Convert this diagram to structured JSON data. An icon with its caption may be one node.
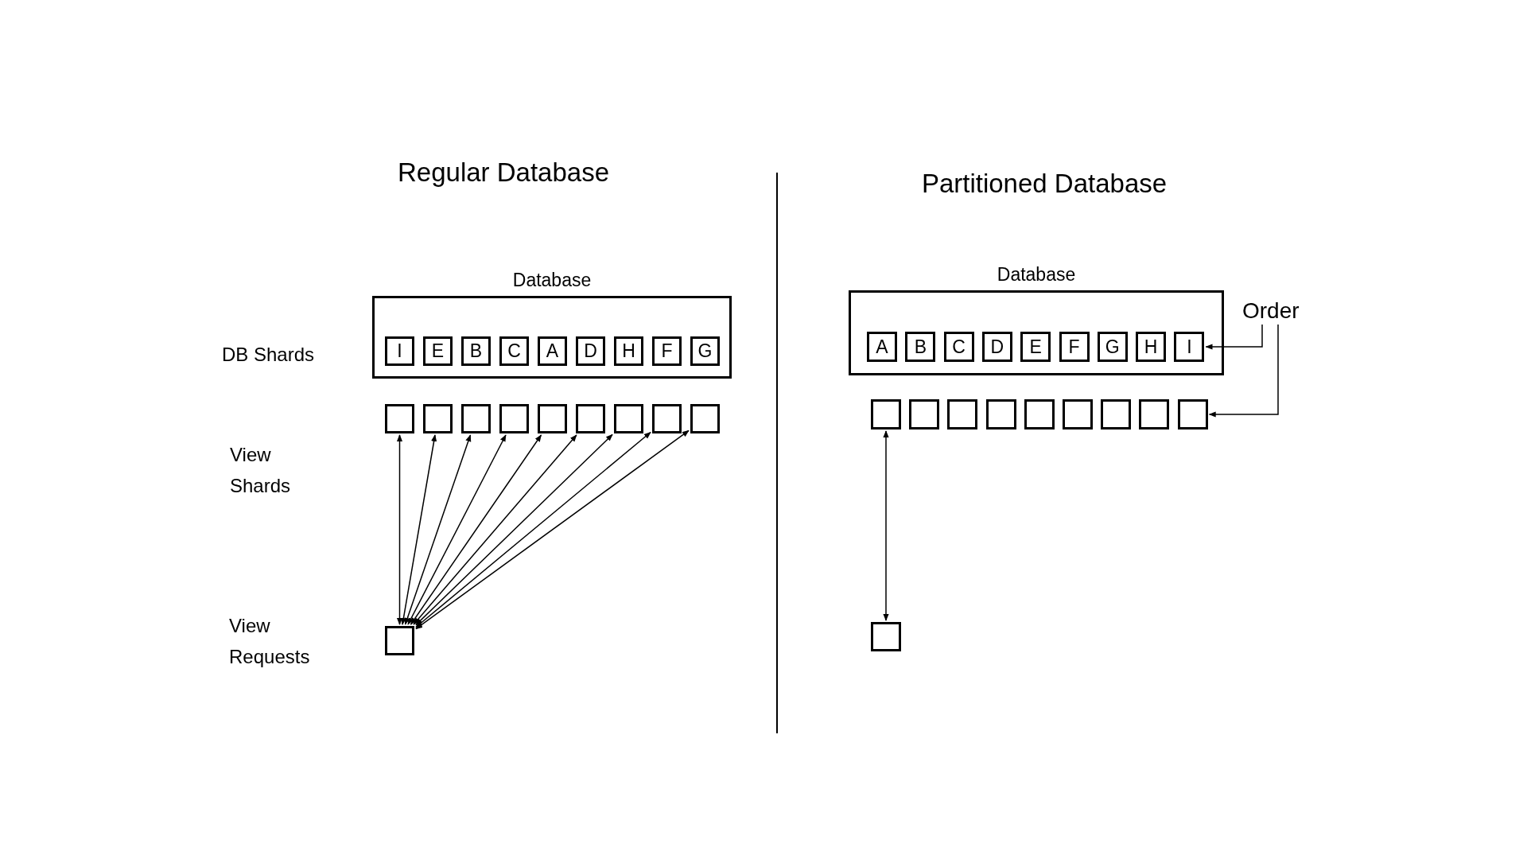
{
  "diagram": {
    "nodes": [
      {
        "text": [
          "Database"
        ]
      },
      {
        "text": [
          "I"
        ],
        "in": 0
      },
      {
        "text": [
          "E"
        ],
        "in": 0
      },
      {
        "text": [
          "B"
        ],
        "in": 0
      },
      {
        "text": [
          "C"
        ],
        "in": 0
      },
      {
        "text": [
          "A"
        ],
        "in": 0
      },
      {
        "text": [
          "D"
        ],
        "in": 0
      },
      {
        "text": [
          "H"
        ],
        "in": 0
      },
      {
        "text": [
          "F"
        ],
        "in": 0
      },
      {
        "text": [
          "G"
        ],
        "in": 0
      },
      {
        "text": [],
        "shape": "box"
      },
      {
        "text": [],
        "shape": "box"
      },
      {
        "text": [],
        "shape": "box"
      },
      {
        "text": [],
        "shape": "box"
      },
      {
        "text": [],
        "shape": "box"
      },
      {
        "text": [],
        "shape": "box"
      },
      {
        "text": [],
        "shape": "box"
      },
      {
        "text": [],
        "shape": "box"
      },
      {
        "text": [],
        "shape": "box"
      },
      {
        "text": [],
        "shape": "box"
      },
      {
        "text": [
          "Database"
        ]
      },
      {
        "text": [
          "A"
        ],
        "in": 20
      },
      {
        "text": [
          "B"
        ],
        "in": 20
      },
      {
        "text": [
          "C"
        ],
        "in": 20
      },
      {
        "text": [
          "D"
        ],
        "in": 20
      },
      {
        "text": [
          "E"
        ],
        "in": 20
      },
      {
        "text": [
          "F"
        ],
        "in": 20
      },
      {
        "text": [
          "G"
        ],
        "in": 20
      },
      {
        "text": [
          "H"
        ],
        "in": 20
      },
      {
        "text": [
          "I"
        ],
        "in": 20
      },
      {
        "text": [],
        "shape": "box"
      },
      {
        "text": [],
        "shape": "box"
      },
      {
        "text": [],
        "shape": "box"
      },
      {
        "text": [],
        "shape": "box"
      },
      {
        "text": [],
        "shape": "box"
      },
      {
        "text": [],
        "shape": "box"
      },
      {
        "text": [],
        "shape": "box"
      },
      {
        "text": [],
        "shape": "box"
      },
      {
        "text": [],
        "shape": "box"
      },
      {
        "text": [],
        "shape": "box"
      },
      {
        "text": [
          "Order"
        ]
      }
    ],
    "edges": [
      {
        "from": 19,
        "to": 10,
        "arrow": "both"
      },
      {
        "from": 19,
        "to": 11,
        "arrow": "both"
      },
      {
        "from": 19,
        "to": 12,
        "arrow": "both"
      },
      {
        "from": 19,
        "to": 13,
        "arrow": "both"
      },
      {
        "from": 19,
        "to": 14,
        "arrow": "both"
      },
      {
        "from": 19,
        "to": 15,
        "arrow": "both"
      },
      {
        "from": 19,
        "to": 16,
        "arrow": "both"
      },
      {
        "from": 19,
        "to": 17,
        "arrow": "both"
      },
      {
        "from": 19,
        "to": 18,
        "arrow": "both"
      },
      {
        "from": 39,
        "to": 30,
        "arrow": "both"
      },
      {
        "from": 40,
        "to": 29,
        "arrow": "to"
      },
      {
        "from": 40,
        "to": 38,
        "arrow": "to"
      }
    ],
    "labels": [
      "Regular Database",
      "Partitioned Database",
      "DB Shards",
      "View Shards",
      "View Requests"
    ]
  }
}
